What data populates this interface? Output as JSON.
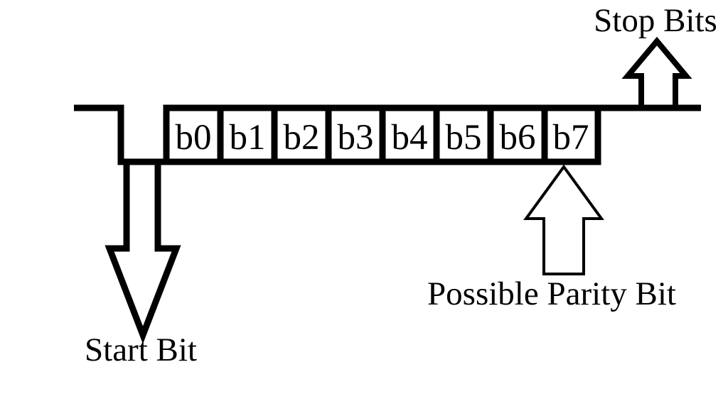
{
  "diagram": {
    "bits": [
      "b0",
      "b1",
      "b2",
      "b3",
      "b4",
      "b5",
      "b6",
      "b7"
    ],
    "labels": {
      "stop_bits": "Stop Bits",
      "start_bit": "Start Bit",
      "parity": "Possible Parity Bit"
    },
    "colors": {
      "ink": "#000000",
      "background": "#ffffff"
    }
  }
}
